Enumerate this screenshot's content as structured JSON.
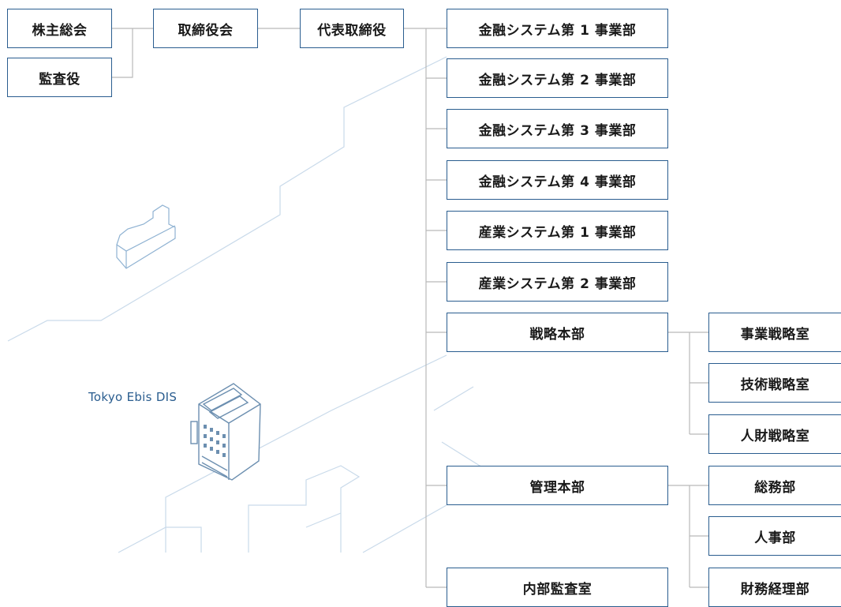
{
  "colors": {
    "box_border": "#2a5d8f",
    "connector": "#b9b9b9",
    "background_art": "#c9daea",
    "label_accent": "#2a5d8f"
  },
  "org": {
    "shareholders_meeting": "株主総会",
    "auditor": "監査役",
    "board_of_directors": "取締役会",
    "representative_director": "代表取締役",
    "divisions": [
      "金融システム第 1 事業部",
      "金融システム第 2 事業部",
      "金融システム第 3 事業部",
      "金融システム第 4 事業部",
      "産業システム第 1 事業部",
      "産業システム第 2 事業部",
      "戦略本部",
      "管理本部",
      "内部監査室"
    ],
    "strategy_sub": [
      "事業戦略室",
      "技術戦略室",
      "人財戦略室"
    ],
    "admin_sub": [
      "総務部",
      "人事部",
      "財務経理部"
    ]
  },
  "illustration": {
    "office_label": "Tokyo Ebis DIS",
    "icons": [
      "office-building-icon",
      "city-block-icon",
      "map-road-outline"
    ]
  }
}
